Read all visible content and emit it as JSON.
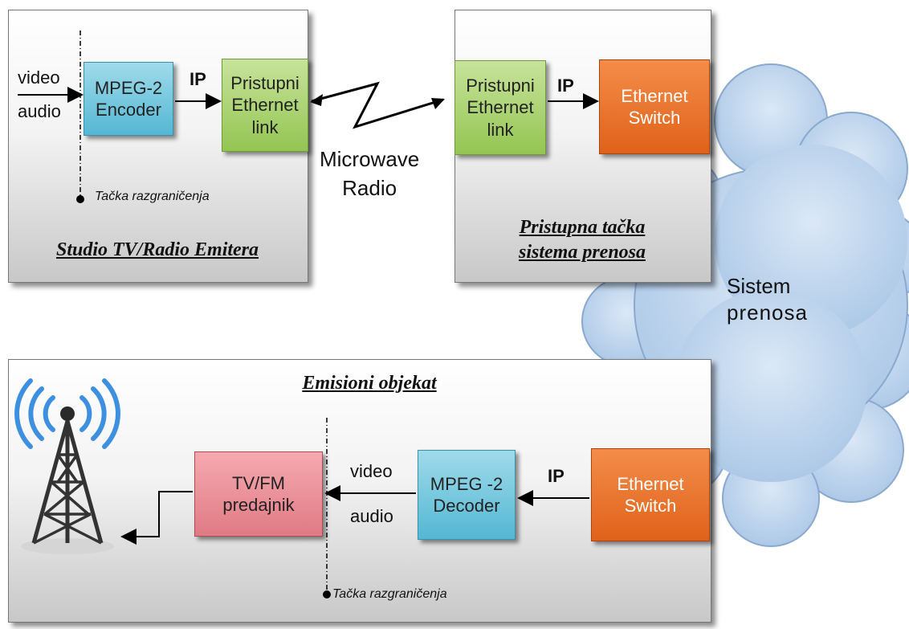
{
  "cloud": {
    "label_line1": "Sistem",
    "label_line2": "prenosa"
  },
  "studio": {
    "title": "Studio TV/Radio Emitera",
    "input_video": "video",
    "input_audio": "audio",
    "encoder": "MPEG-2\nEncoder",
    "ip": "IP",
    "link": "Pristupni\nEthernet\nlink",
    "demarcation": "Tačka razgraničenja"
  },
  "radio": {
    "line1": "Microwave",
    "line2": "Radio"
  },
  "access_point": {
    "title_line1": "Pristupna tačka",
    "title_line2": "sistema prenosa",
    "link": "Pristupni\nEthernet\nlink",
    "ip": "IP",
    "switch": "Ethernet\nSwitch"
  },
  "emission": {
    "title": "Emisioni objekat",
    "transmitter": "TV/FM\npredajnik",
    "output_video": "video",
    "output_audio": "audio",
    "decoder": "MPEG -2\nDecoder",
    "ip": "IP",
    "switch": "Ethernet\nSwitch",
    "demarcation": "Tačka razgraničenja"
  },
  "colors": {
    "encoder_decoder": "#54b7d3",
    "ethernet_link": "#94c552",
    "switch": "#e0621a",
    "transmitter": "#e07a84",
    "cloud": "#b9d3ec"
  },
  "icons": {
    "antenna": "broadcast-tower-icon"
  }
}
